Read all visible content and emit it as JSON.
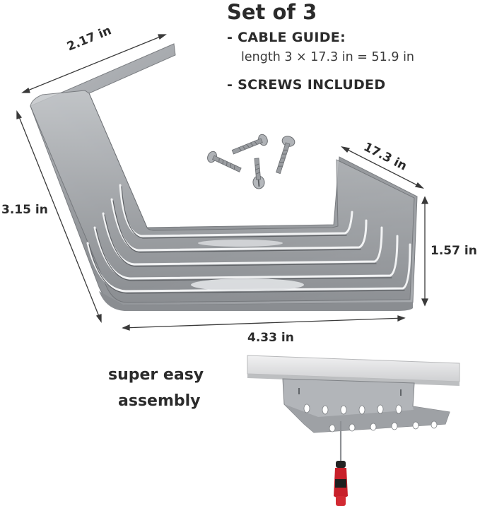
{
  "header": {
    "title": "Set of 3",
    "bullet_cable": "- CABLE GUIDE:",
    "cable_length": "length 3 × 17.3 in = 51.9 in",
    "bullet_screws": "- SCREWS INCLUDED"
  },
  "dimensions": {
    "top_width": "2.17 in",
    "height_left": "3.15 in",
    "depth": "17.3 in",
    "height_right": "1.57 in",
    "bottom_width": "4.33 in"
  },
  "assembly": {
    "line1": "super easy",
    "line2": "assembly"
  },
  "colors": {
    "metal": "#9da0a4",
    "metal_dark": "#6f7276",
    "shelf": "#e9e9ea",
    "screwdriver_handle": "#c8202a",
    "text": "#2b2b2b"
  }
}
